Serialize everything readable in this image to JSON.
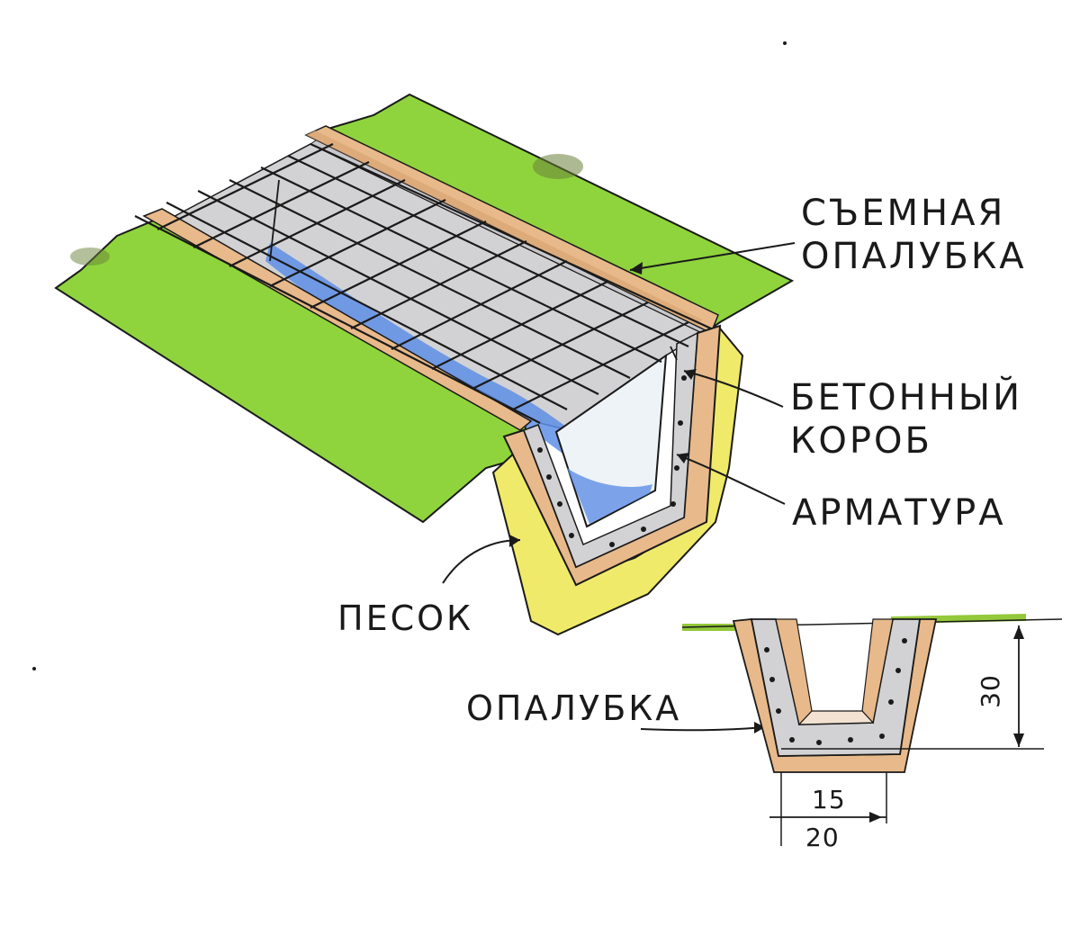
{
  "labels": {
    "removable_formwork_1": "СЪЕМНАЯ",
    "removable_formwork_2": "ОПАЛУБКА",
    "concrete_box_1": "БЕТОННЫЙ",
    "concrete_box_2": "КОРОБ",
    "rebar": "АРМАТУРА",
    "sand": "ПЕСОК",
    "formwork": "ОПАЛУБКА"
  },
  "dimensions": {
    "depth": "30",
    "inner_width": "15",
    "outer_width": "20"
  },
  "colors": {
    "grass": "#8fd43c",
    "sand": "#f0ea6a",
    "formwork": "#e8b98a",
    "concrete": "#d2d2d4",
    "water": "#5f8fe6",
    "ink": "#1a1a1a"
  }
}
